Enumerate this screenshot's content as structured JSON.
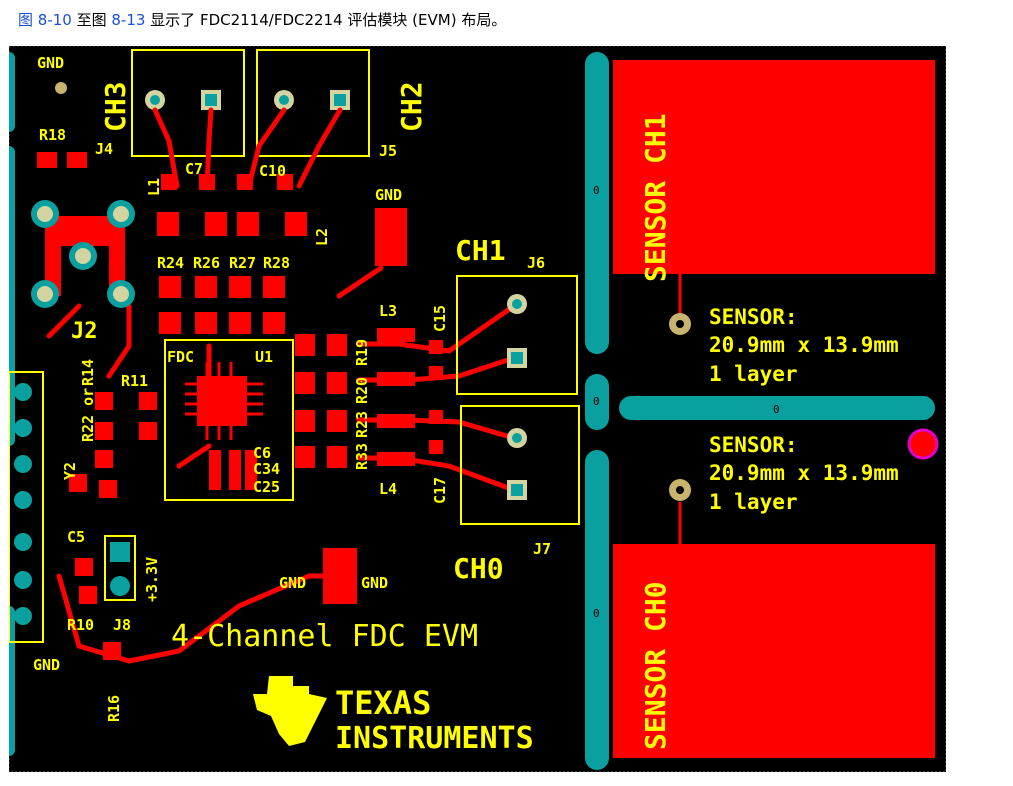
{
  "caption": {
    "ref1": "图 8-10",
    "mid": " 至图 ",
    "ref2": "8-13",
    "rest": " 显示了 FDC2114/FDC2214 评估模块 (EVM) 布局。"
  },
  "colors": {
    "board": "#000000",
    "copper": "#ff0000",
    "silkscreen": "#ffff00",
    "teal": "#0aa0a0",
    "via_magenta": "#e000c8",
    "caption_link": "#1a4fd6"
  },
  "board": {
    "title": "4-Channel FDC EVM",
    "logo_line1": "TEXAS",
    "logo_line2": "INSTRUMENTS",
    "channels": {
      "ch0": "CH0",
      "ch1": "CH1",
      "ch2": "CH2",
      "ch3": "CH3"
    },
    "sensor_ch1": "SENSOR CH1",
    "sensor_ch0": "SENSOR CH0",
    "sensor_note_top": [
      "SENSOR:",
      "20.9mm x 13.9mm",
      "1 layer"
    ],
    "sensor_note_bottom": [
      "SENSOR:",
      "20.9mm x 13.9mm",
      "1 layer"
    ],
    "gnd": "GND",
    "power": "+3.3V",
    "zero": "0",
    "designators": {
      "j2": "J2",
      "j4": "J4",
      "j5": "J5",
      "j6": "J6",
      "j7": "J7",
      "j8": "J8",
      "r10": "R10",
      "r11": "R11",
      "r14": "R14",
      "r16": "R16",
      "r18": "R18",
      "r19": "R19",
      "r20": "R20",
      "r22": "R22 or",
      "r23": "R23",
      "r24": "R24",
      "r26": "R26",
      "r27": "R27",
      "r28": "R28",
      "r33": "R33",
      "c5": "C5",
      "c6": "C6",
      "c7": "C7",
      "c10": "C10",
      "c15": "C15",
      "c17": "C17",
      "c25": "C25",
      "c34": "C34",
      "l1": "L1",
      "l2": "L2",
      "l3": "L3",
      "l4": "L4",
      "u1": "U1",
      "fdc": "FDC",
      "y2": "Y2"
    }
  }
}
